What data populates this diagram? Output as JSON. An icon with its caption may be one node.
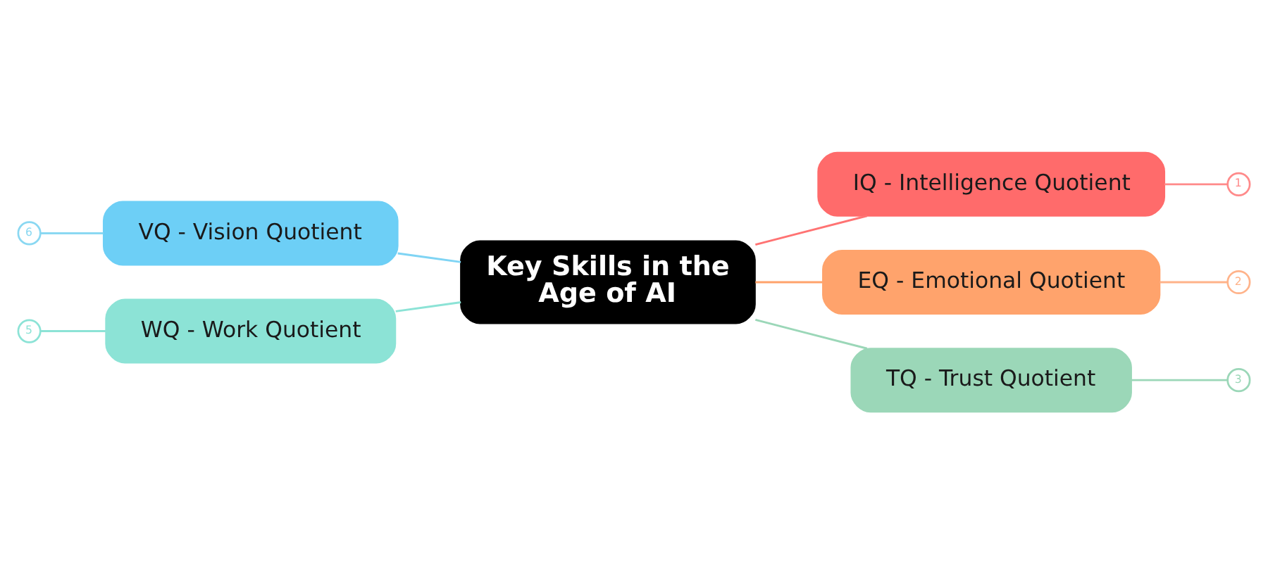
{
  "diagram": {
    "nodes": [
      {
        "text": [
          "Key Skills in the Age of AI"
        ]
      },
      {
        "text": [
          "VQ - Vision Quotient"
        ]
      },
      {
        "text": [
          "6"
        ]
      },
      {
        "text": [
          "WQ - Work Quotient"
        ]
      },
      {
        "text": [
          "5"
        ]
      },
      {
        "text": [
          "IQ - Intelligence Quotient"
        ]
      },
      {
        "text": [
          "1"
        ]
      },
      {
        "text": [
          "EQ - Emotional Quotient"
        ]
      },
      {
        "text": [
          "2"
        ]
      },
      {
        "text": [
          "TQ - Trust Quotient"
        ]
      },
      {
        "text": [
          "3"
        ]
      }
    ],
    "edges": [
      {
        "from": 2,
        "to": 1,
        "arrow": "none",
        "color": "#8ad8f2"
      },
      {
        "from": 1,
        "to": 0,
        "arrow": "none",
        "color": "#7fd4f4"
      },
      {
        "from": 4,
        "to": 3,
        "arrow": "none",
        "color": "#8ce3d6"
      },
      {
        "from": 3,
        "to": 0,
        "arrow": "none",
        "color": "#8ce3d6"
      },
      {
        "from": 0,
        "to": 5,
        "arrow": "none",
        "color": "#ff7373"
      },
      {
        "from": 5,
        "to": 6,
        "arrow": "none",
        "color": "#ff8a8a"
      },
      {
        "from": 0,
        "to": 7,
        "arrow": "none",
        "color": "#ffa36c"
      },
      {
        "from": 7,
        "to": 8,
        "arrow": "none",
        "color": "#ffb38a"
      },
      {
        "from": 0,
        "to": 9,
        "arrow": "none",
        "color": "#9bd7b8"
      },
      {
        "from": 9,
        "to": 10,
        "arrow": "none",
        "color": "#9bd7b8"
      }
    ]
  }
}
